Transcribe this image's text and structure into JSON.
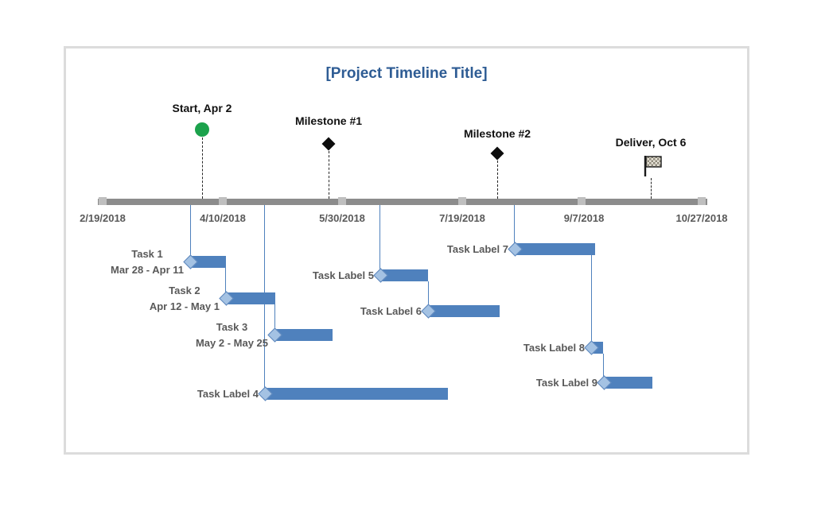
{
  "chart_data": {
    "type": "timeline",
    "title": "[Project Timeline Title]",
    "axis": {
      "start": "2/19/2018",
      "end": "10/27/2018",
      "tick_labels": [
        "2/19/2018",
        "4/10/2018",
        "5/30/2018",
        "7/19/2018",
        "9/7/2018",
        "10/27/2018"
      ]
    },
    "milestones": [
      {
        "label": "Start, Apr 2",
        "date": "Apr 2",
        "marker": "green-circle"
      },
      {
        "label": "Milestone #1",
        "date_estimated": "May 25",
        "marker": "black-diamond"
      },
      {
        "label": "Milestone #2",
        "date_estimated": "Aug 3",
        "marker": "black-diamond"
      },
      {
        "label": "Deliver, Oct 6",
        "date": "Oct 6",
        "marker": "checkered-flag"
      }
    ],
    "tasks": [
      {
        "label": "Task 1",
        "dates": "Mar 28 - Apr 11"
      },
      {
        "label": "Task 2",
        "dates": "Apr 12 - May 1"
      },
      {
        "label": "Task 3",
        "dates": "May 2 - May 25"
      },
      {
        "label": "Task Label 4",
        "dates_estimated": "Apr 27 - Jul 13"
      },
      {
        "label": "Task Label 5",
        "dates_estimated": "Jun 14 - Jul 4"
      },
      {
        "label": "Task Label 6",
        "dates_estimated": "Jul 4 - Aug 3"
      },
      {
        "label": "Task Label 7",
        "dates_estimated": "Aug 9 - Sep 12"
      },
      {
        "label": "Task Label 8",
        "dates_estimated": "Sep 10 - Sep 15"
      },
      {
        "label": "Task Label 9",
        "dates_estimated": "Sep 15 - Oct 5"
      }
    ],
    "colors": {
      "title": "#2e5c94",
      "task_bar": "#4f81bd",
      "task_diamond": "#a4c2e3",
      "axis_bar": "#8c8c8c",
      "axis_tick": "#bfbfbf",
      "gray_label": "#595959",
      "milestone_label": "#111111",
      "start_marker_green": "#1ca24c",
      "border": "#dcdcdc"
    },
    "legend": "none",
    "grid": "off"
  }
}
